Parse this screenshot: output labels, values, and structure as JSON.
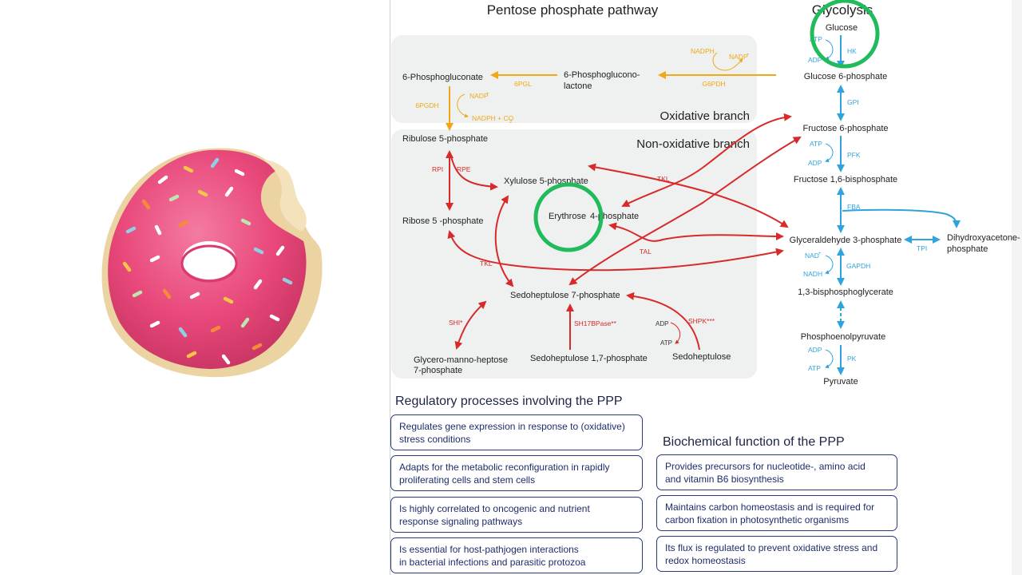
{
  "colors": {
    "ppp_oxidative": "#f0a818",
    "ppp_nonoxidative": "#d82a2a",
    "glycolysis": "#2fa3dc",
    "highlight_circle": "#22bb5c",
    "panel_bg": "#eef1f0",
    "box_border": "#2b3b7a",
    "donut_glaze": "#e8487a"
  },
  "titles": {
    "ppp": "Pentose phosphate pathway",
    "glycolysis": "Glycolysis"
  },
  "branches": {
    "oxidative": "Oxidative branch",
    "nonoxidative": "Non-oxidative branch"
  },
  "metabolites": {
    "phosphogluconate": "6-Phosphogluconate",
    "phosphoglucono_l1": "6-Phosphoglucono-",
    "phosphoglucono_l2": "lactone",
    "ribulose5p": "Ribulose  5-phosphate",
    "xylulose5p": "Xylulose  5-phosphate",
    "ribose5p": "Ribose 5 -phosphate",
    "erythrose_a": "Erythrose",
    "erythrose_b": "4-phosphate",
    "sedoheptulose7p": "Sedoheptulose 7-phosphate",
    "gmh_l1": "Glycero-manno-heptose",
    "gmh_l2": "7-phosphate",
    "sedo17bp": "Sedoheptulose 1,7-phosphate",
    "sedoheptulose": "Sedoheptulose",
    "glucose": "Glucose",
    "glucose6p": "Glucose 6-phosphate",
    "fructose6p": "Fructose 6-phosphate",
    "fructose16bp": "Fructose 1,6-bisphosphate",
    "g3p": "Glyceraldehyde 3-phosphate",
    "dhap_l1": "Dihydroxyacetone-",
    "dhap_l2": "phosphate",
    "bpg13": "1,3-bisphosphoglycerate",
    "pep": "Phosphoenolpyruvate",
    "pyruvate": "Pyruvate"
  },
  "enzymes": {
    "g6pdh": "G6PDH",
    "pgl6": "6PGL",
    "pgdh6": "6PGDH",
    "rpi": "RPI",
    "rpe": "RPE",
    "tkl_top": "TKL",
    "tkl_left": "TKL",
    "tal": "TAL",
    "shi": "SHI*",
    "sh17bpase": "SH17BPase**",
    "shpk": "SHPK***",
    "hk": "HK",
    "gpi": "GPI",
    "pfk": "PFK",
    "fba": "FBA",
    "tpi": "TPI",
    "gapdh": "GAPDH",
    "pk": "PK"
  },
  "cofactors": {
    "nadph_g6pdh": "NADPH",
    "nadp_g6pdh": "NADP",
    "nadp_6pgdh": "NADP",
    "nadph_co2": "NADPH + CO",
    "adp_shpk": "ADP",
    "atp_shpk": "ATP",
    "atp_hk": "ATP",
    "adp_hk": "ADP",
    "atp_pfk": "ATP",
    "adp_pfk": "ADP",
    "nad_gapdh": "NAD",
    "nadh_gapdh": "NADH",
    "adp_pk": "ADP",
    "atp_pk": "ATP"
  },
  "regulatory": {
    "title": "Regulatory processes involving the PPP",
    "items": [
      {
        "line1": "Regulates gene expression in response to (oxidative)",
        "line2": "stress conditions"
      },
      {
        "line1": "Adapts for the metabolic reconfiguration in rapidly",
        "line2": "proliferating cells and stem cells"
      },
      {
        "line1": "Is highly correlated to oncogenic and nutrient",
        "line2": "response signaling pathways"
      },
      {
        "line1": "Is essential for host-pathjogen interactions",
        "line2": "in bacterial infections and parasitic protozoa"
      }
    ]
  },
  "biochemical": {
    "title": "Biochemical function of the PPP",
    "items": [
      {
        "line1": "Provides precursors for nucleotide-, amino acid",
        "line2": "and vitamin B6 biosynthesis"
      },
      {
        "line1": "Maintains carbon homeostasis and is required for",
        "line2": "carbon fixation in photosynthetic organisms"
      },
      {
        "line1": "Its flux is regulated to prevent oxidative stress and",
        "line2": "redox homeostasis"
      }
    ]
  }
}
